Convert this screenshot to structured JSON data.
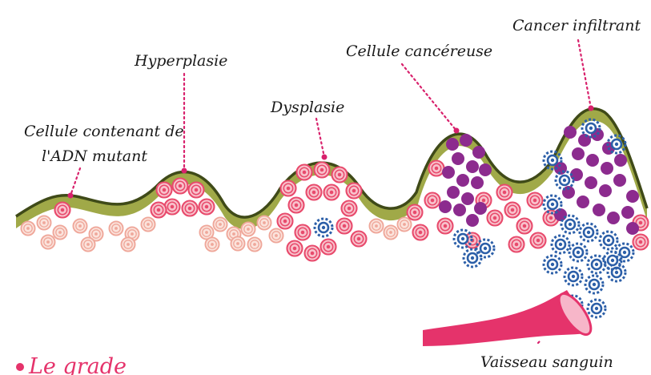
{
  "labels": {
    "cellule_line1": "Cellule contenant de",
    "cellule_line2": "l'ADN mutant",
    "hyperplasie": "Hyperplasie",
    "dysplasie": "Dysplasie",
    "cellule_cancereuse": "Cellule cancéreuse",
    "cancer_infiltrant": "Cancer infiltrant",
    "vaisseau_sanguin": "Vaisseau sanguin"
  },
  "heading": "Le grade",
  "colors": {
    "membrane": "#3f4a18",
    "membrane_fill": "#8f9a28",
    "normal_cell": "#efa79a",
    "mutant_cell": "#e84a6c",
    "cancer_cell": "#8c2b8e",
    "infiltrating_cell": "#2c5fa8",
    "vessel": "#e5336b",
    "leader_line": "#d8216c",
    "text": "#1a1a1a"
  },
  "icons": {
    "cell": "ring-cell-icon",
    "cluster": "blue-cluster-icon",
    "vessel": "blood-vessel-icon"
  }
}
